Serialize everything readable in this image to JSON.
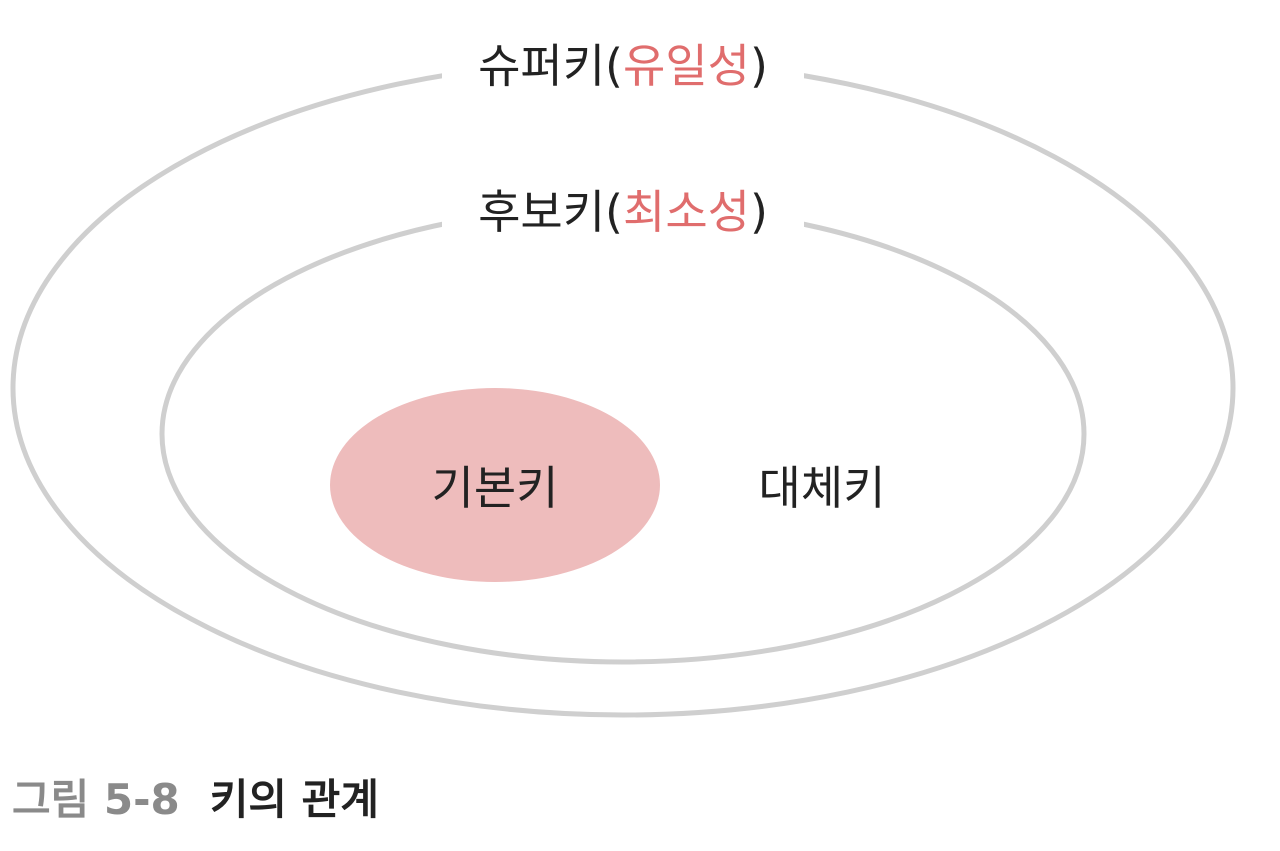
{
  "diagram": {
    "superkey": {
      "label": "슈퍼키",
      "open_paren": "(",
      "property": "유일성",
      "close_paren": ")"
    },
    "candidate_key": {
      "label": "후보키",
      "open_paren": "(",
      "property": "최소성",
      "close_paren": ")"
    },
    "primary_key": {
      "label": "기본키"
    },
    "alternate_key": {
      "label": "대체키"
    },
    "colors": {
      "outline": "#cfcfcf",
      "primary_fill": "#eebcbc",
      "accent_text": "#e06d6d",
      "text": "#222222",
      "caption_number": "#8a8a8a"
    }
  },
  "caption": {
    "number": "그림 5-8",
    "title": "키의 관계"
  }
}
